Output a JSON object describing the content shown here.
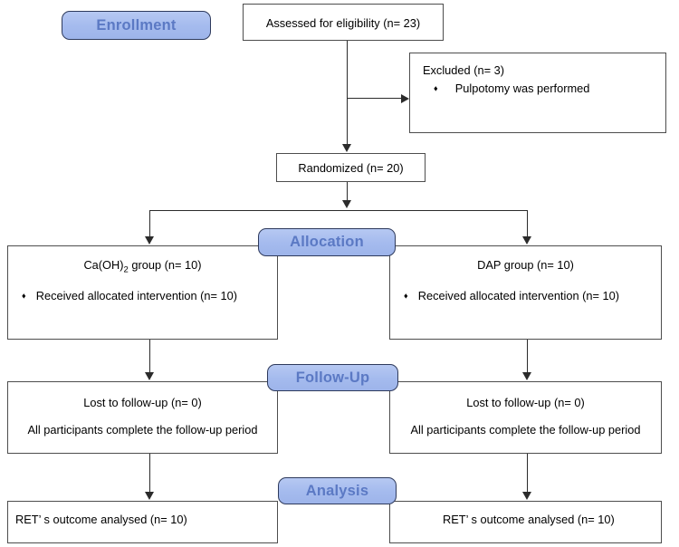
{
  "diagram": {
    "type": "consort-flow-diagram",
    "stages": [
      {
        "key": "enrollment",
        "label": "Enrollment"
      },
      {
        "key": "allocation",
        "label": "Allocation"
      },
      {
        "key": "followup",
        "label": "Follow-Up"
      },
      {
        "key": "analysis",
        "label": "Analysis"
      }
    ],
    "colors": {
      "pill_fill": "#a5bbee",
      "pill_border": "#2e3a5c",
      "pill_text": "#5b79c4",
      "box_border": "#4d4d4d",
      "connector": "#2b2b2b",
      "page_background": "#ffffff"
    },
    "bullet_glyph": "♦"
  },
  "nodes": {
    "assessed": {
      "text": "Assessed for eligibility (n= 23)",
      "n": 23
    },
    "excluded": {
      "heading": "Excluded  (n= 3)",
      "n": 3,
      "reasons": [
        "Pulpotomy was performed"
      ]
    },
    "randomized": {
      "text": "Randomized (n= 20)",
      "n": 20
    },
    "allocation_left": {
      "title_prefix": "Ca(OH)",
      "title_sub": "2",
      "title_suffix": " group (n= 10)",
      "n": 10,
      "items": [
        "Received allocated intervention (n= 10)"
      ]
    },
    "allocation_right": {
      "title": "DAP group (n= 10)",
      "n": 10,
      "items": [
        "Received allocated intervention (n= 10)"
      ]
    },
    "followup_left": {
      "line1": "Lost to follow-up (n= 0)",
      "line2": "All participants complete the follow-up period",
      "n": 0
    },
    "followup_right": {
      "line1": "Lost to follow-up (n= 0)",
      "line2": "All participants complete the follow-up period",
      "n": 0
    },
    "analysis_left": {
      "text": "RET’ s outcome analysed (n= 10)",
      "n": 10
    },
    "analysis_right": {
      "text": "RET’ s outcome analysed (n= 10)",
      "n": 10
    }
  }
}
